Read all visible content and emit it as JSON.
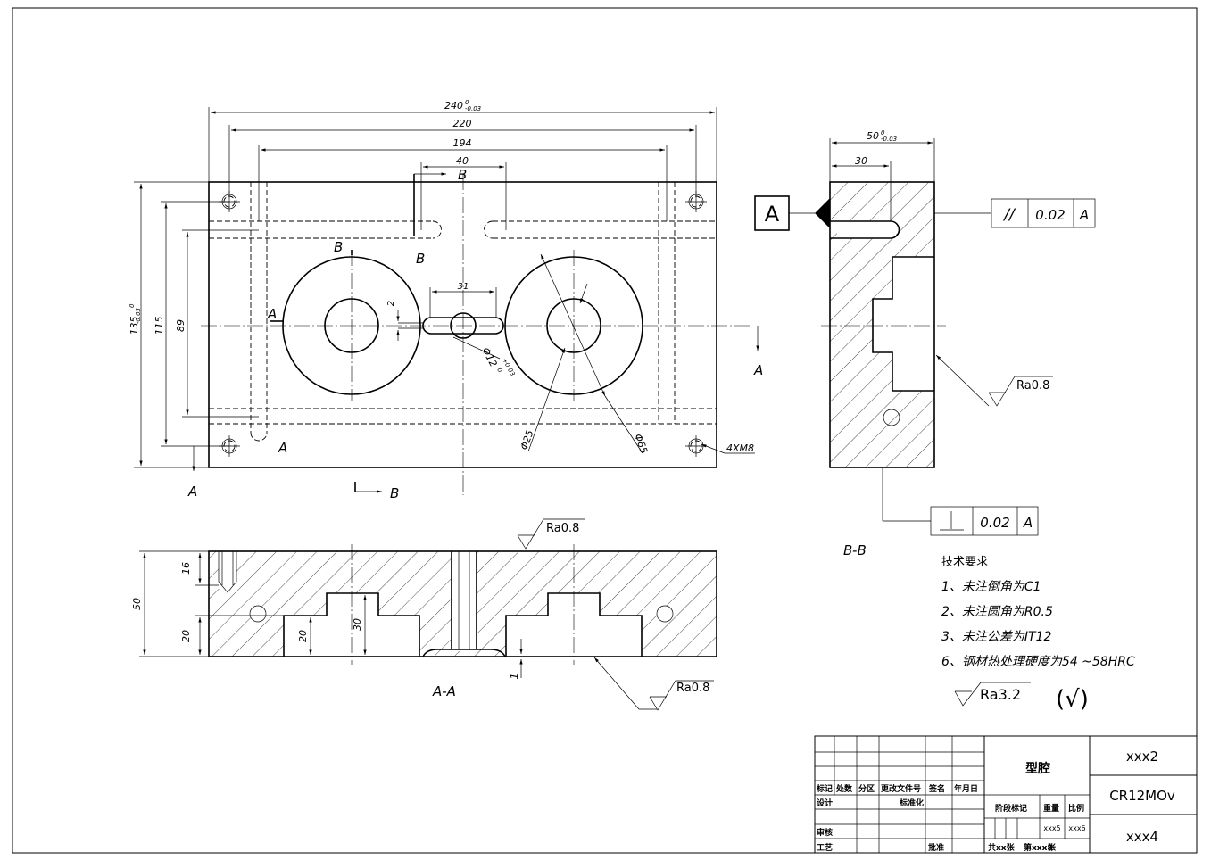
{
  "top_view": {
    "dim_overall_width": "240",
    "dim_overall_width_tol": "-0.03",
    "dim_overall_width_tol_upper": "0",
    "dim_220": "220",
    "dim_194": "194",
    "dim_40": "40",
    "dim_31": "31",
    "dim_2": "2",
    "dim_height": "135",
    "dim_height_tol": "-0.03",
    "dim_height_tol_upper": "0",
    "dim_115": "115",
    "dim_89": "89",
    "dia_12": "Φ12",
    "dia_12_tol": "+0.03",
    "dia_12_tol_lower": "0",
    "dia_25": "Φ25",
    "dia_65": "Φ65",
    "thread": "4XM8",
    "section_a": "A",
    "section_b": "B"
  },
  "side_view": {
    "dim_50": "50",
    "dim_50_tol": "-0.03",
    "dim_50_tol_upper": "0",
    "dim_30": "30",
    "datum": "A",
    "parallel_symbol": "//",
    "parallel_value": "0.02",
    "parallel_datum": "A",
    "perp_value": "0.02",
    "perp_datum": "A",
    "roughness": "Ra0.8",
    "view_label": "B-B"
  },
  "section_view": {
    "roughness_top": "Ra0.8",
    "roughness_bottom": "Ra0.8",
    "dim_50": "50",
    "dim_16": "16",
    "dim_20_left": "20",
    "dim_20_inner": "20",
    "dim_30": "30",
    "dim_1": "1",
    "view_label": "A-A"
  },
  "tech_requirements": {
    "title": "技术要求",
    "items": [
      "1、未注倒角为C1",
      "2、未注圆角为R0.5",
      "3、未注公差为IT12",
      "6、钢材热处理硬度为54 ~58HRC"
    ],
    "general_roughness": "Ra3.2",
    "general_roughness_suffix": "(√)"
  },
  "title_block": {
    "part_name": "型腔",
    "drawing_no": "xxx2",
    "material": "CR12MOv",
    "company": "xxx4",
    "weight": "xxx5",
    "scale": "xxx6",
    "h_biaoji": "标记",
    "h_chushu": "处数",
    "h_fenqu": "分区",
    "h_gengai": "更改文件号",
    "h_qianming": "签名",
    "h_nianyueri": "年月日",
    "h_sheji": "设计",
    "h_biaozhunhua": "标准化",
    "h_jieduan": "阶段标记",
    "h_zhongliang": "重量",
    "h_bili": "比例",
    "h_shenhe": "审核",
    "h_gongyi": "工艺",
    "h_pizhun": "批准",
    "h_sheets": "共xx张",
    "h_sheetno": "第xxx8",
    "h_zhang": "张"
  }
}
